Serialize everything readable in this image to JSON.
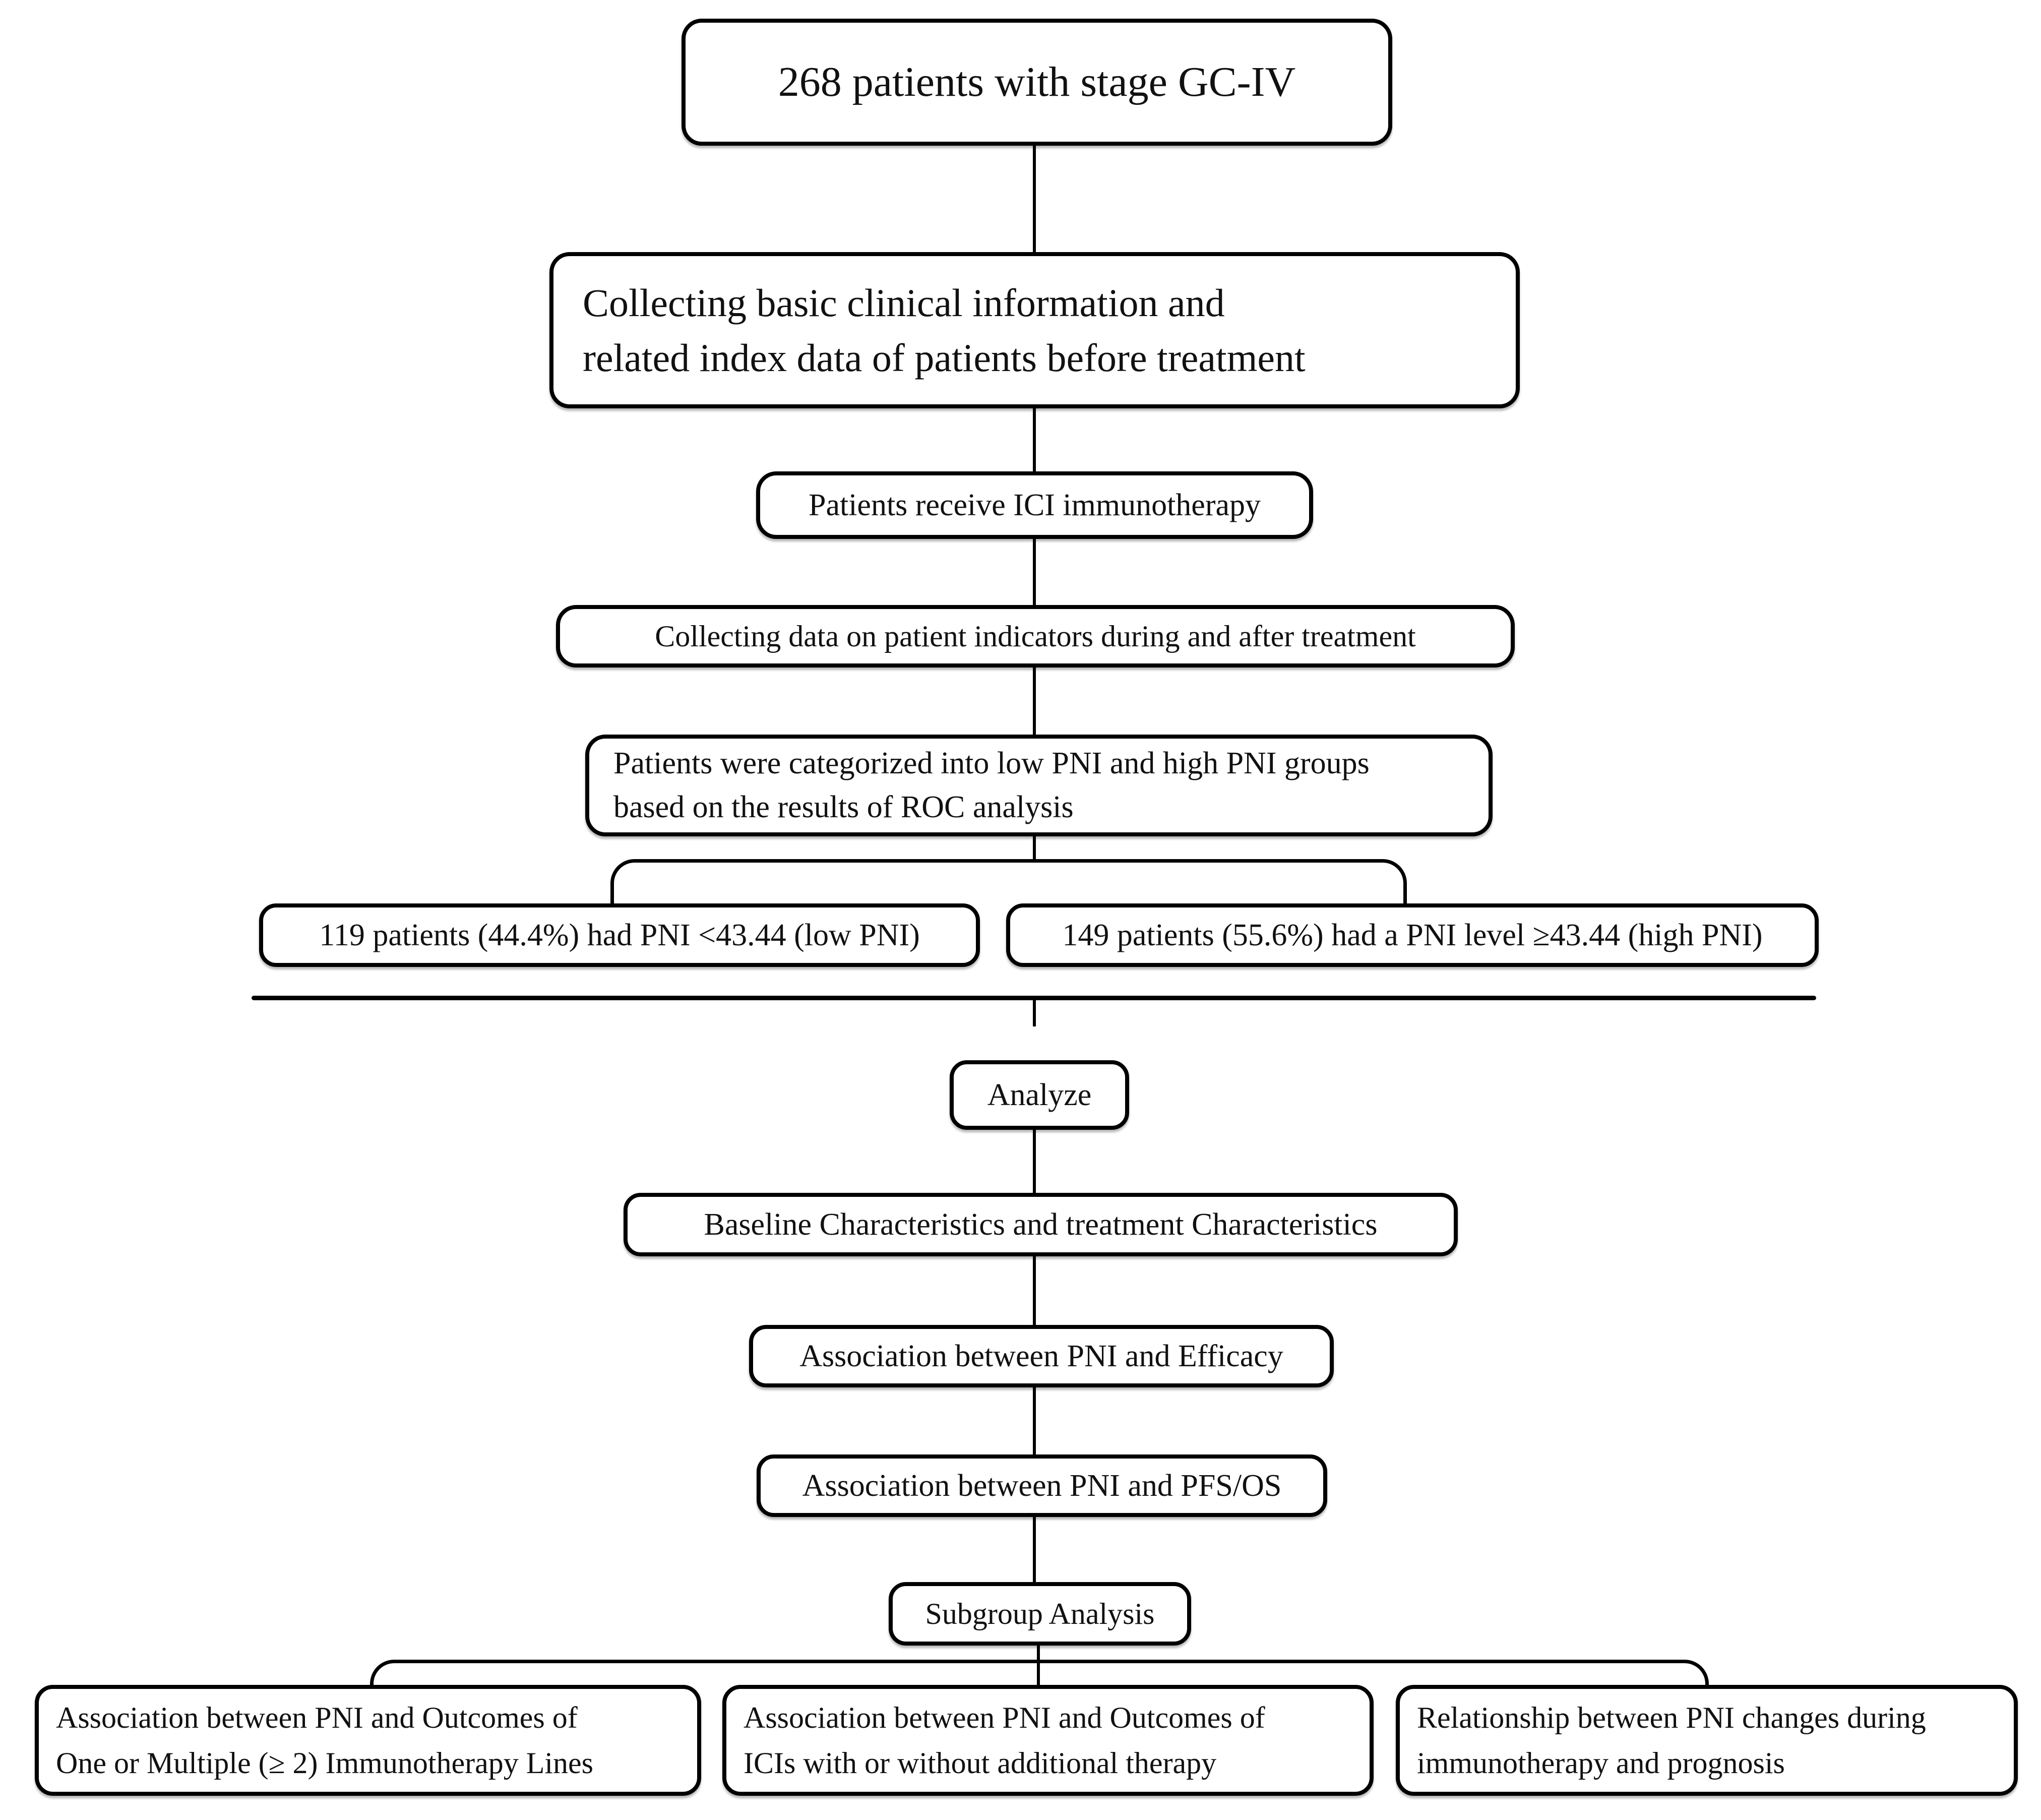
{
  "flowchart": {
    "top": {
      "patients_box": "268 patients with stage GC-IV",
      "collect_before": {
        "line1": "Collecting basic clinical information and",
        "line2": "related index data of patients before treatment"
      },
      "ici_box": "Patients receive ICI immunotherapy",
      "collect_during_after": "Collecting data on patient indicators during and after treatment",
      "categorize": {
        "line1": "Patients were categorized into low PNI and high PNI groups",
        "line2": "based on the results of ROC analysis"
      },
      "low_pni_box": "119 patients (44.4%) had PNI <43.44 (low PNI)",
      "high_pni_box": "149 patients (55.6%) had a PNI level ≥43.44 (high PNI)"
    },
    "analysis": {
      "analyze_box": "Analyze",
      "baseline_box": "Baseline Characteristics and treatment Characteristics",
      "efficacy_box": "Association between PNI and Efficacy",
      "pfs_os_box": "Association between PNI and PFS/OS",
      "subgroup_box": "Subgroup Analysis",
      "subgroup_lines": {
        "line1": "Association between PNI and Outcomes of",
        "line2": "One or Multiple (≥ 2) Immunotherapy Lines"
      },
      "subgroup_icis": {
        "line1": "Association between PNI and Outcomes of",
        "line2": "ICIs with or without additional therapy"
      },
      "subgroup_changes": {
        "line1": "Relationship between PNI changes during",
        "line2": "immunotherapy and prognosis"
      }
    },
    "colors": {
      "line": "#000000",
      "text": "#111111",
      "background": "#ffffff"
    }
  }
}
